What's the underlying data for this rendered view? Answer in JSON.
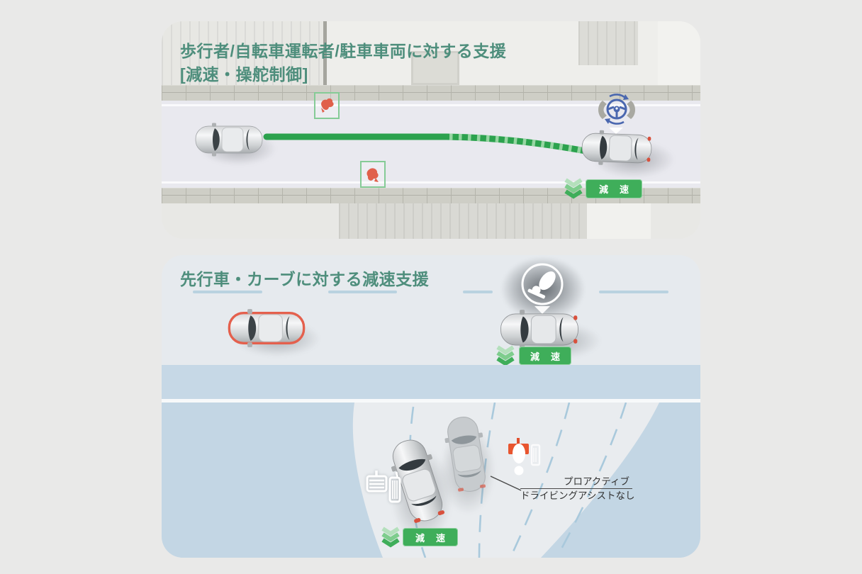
{
  "colors": {
    "title_teal": "#4e8e7c",
    "accent_green": "#3fae5a",
    "path_green": "#2ca24e",
    "alert_red": "#e4604d",
    "steering_blue": "#4a67af",
    "info_blue_band": "#c6d8e6"
  },
  "panel_top": {
    "title_line1": "歩行者/自転車運転者/駐車車両に対する支援",
    "title_line2": "[減速・操舵制御]",
    "decel_label": "減速",
    "icons": {
      "steering": "steering-control-icon",
      "pedestrian": "pedestrian-icon",
      "decel_chevrons": "triple-chevron-down-icon"
    }
  },
  "panel_bottom": {
    "title": "先行車・カーブに対する減速支援",
    "scene_straight": {
      "decel_label": "減速",
      "icons": {
        "accel_off": "accelerator-release-icon",
        "decel_chevrons": "triple-chevron-down-icon"
      }
    },
    "scene_curve": {
      "decel_label": "減速",
      "annotation_line1": "プロアクティブ",
      "annotation_line2": "ドライビングアシストなし",
      "icons": {
        "pedals": "brake-accelerator-pedals-icon",
        "foot_brake": "foot-on-brake-icon",
        "decel_chevrons": "triple-chevron-down-icon"
      }
    }
  }
}
